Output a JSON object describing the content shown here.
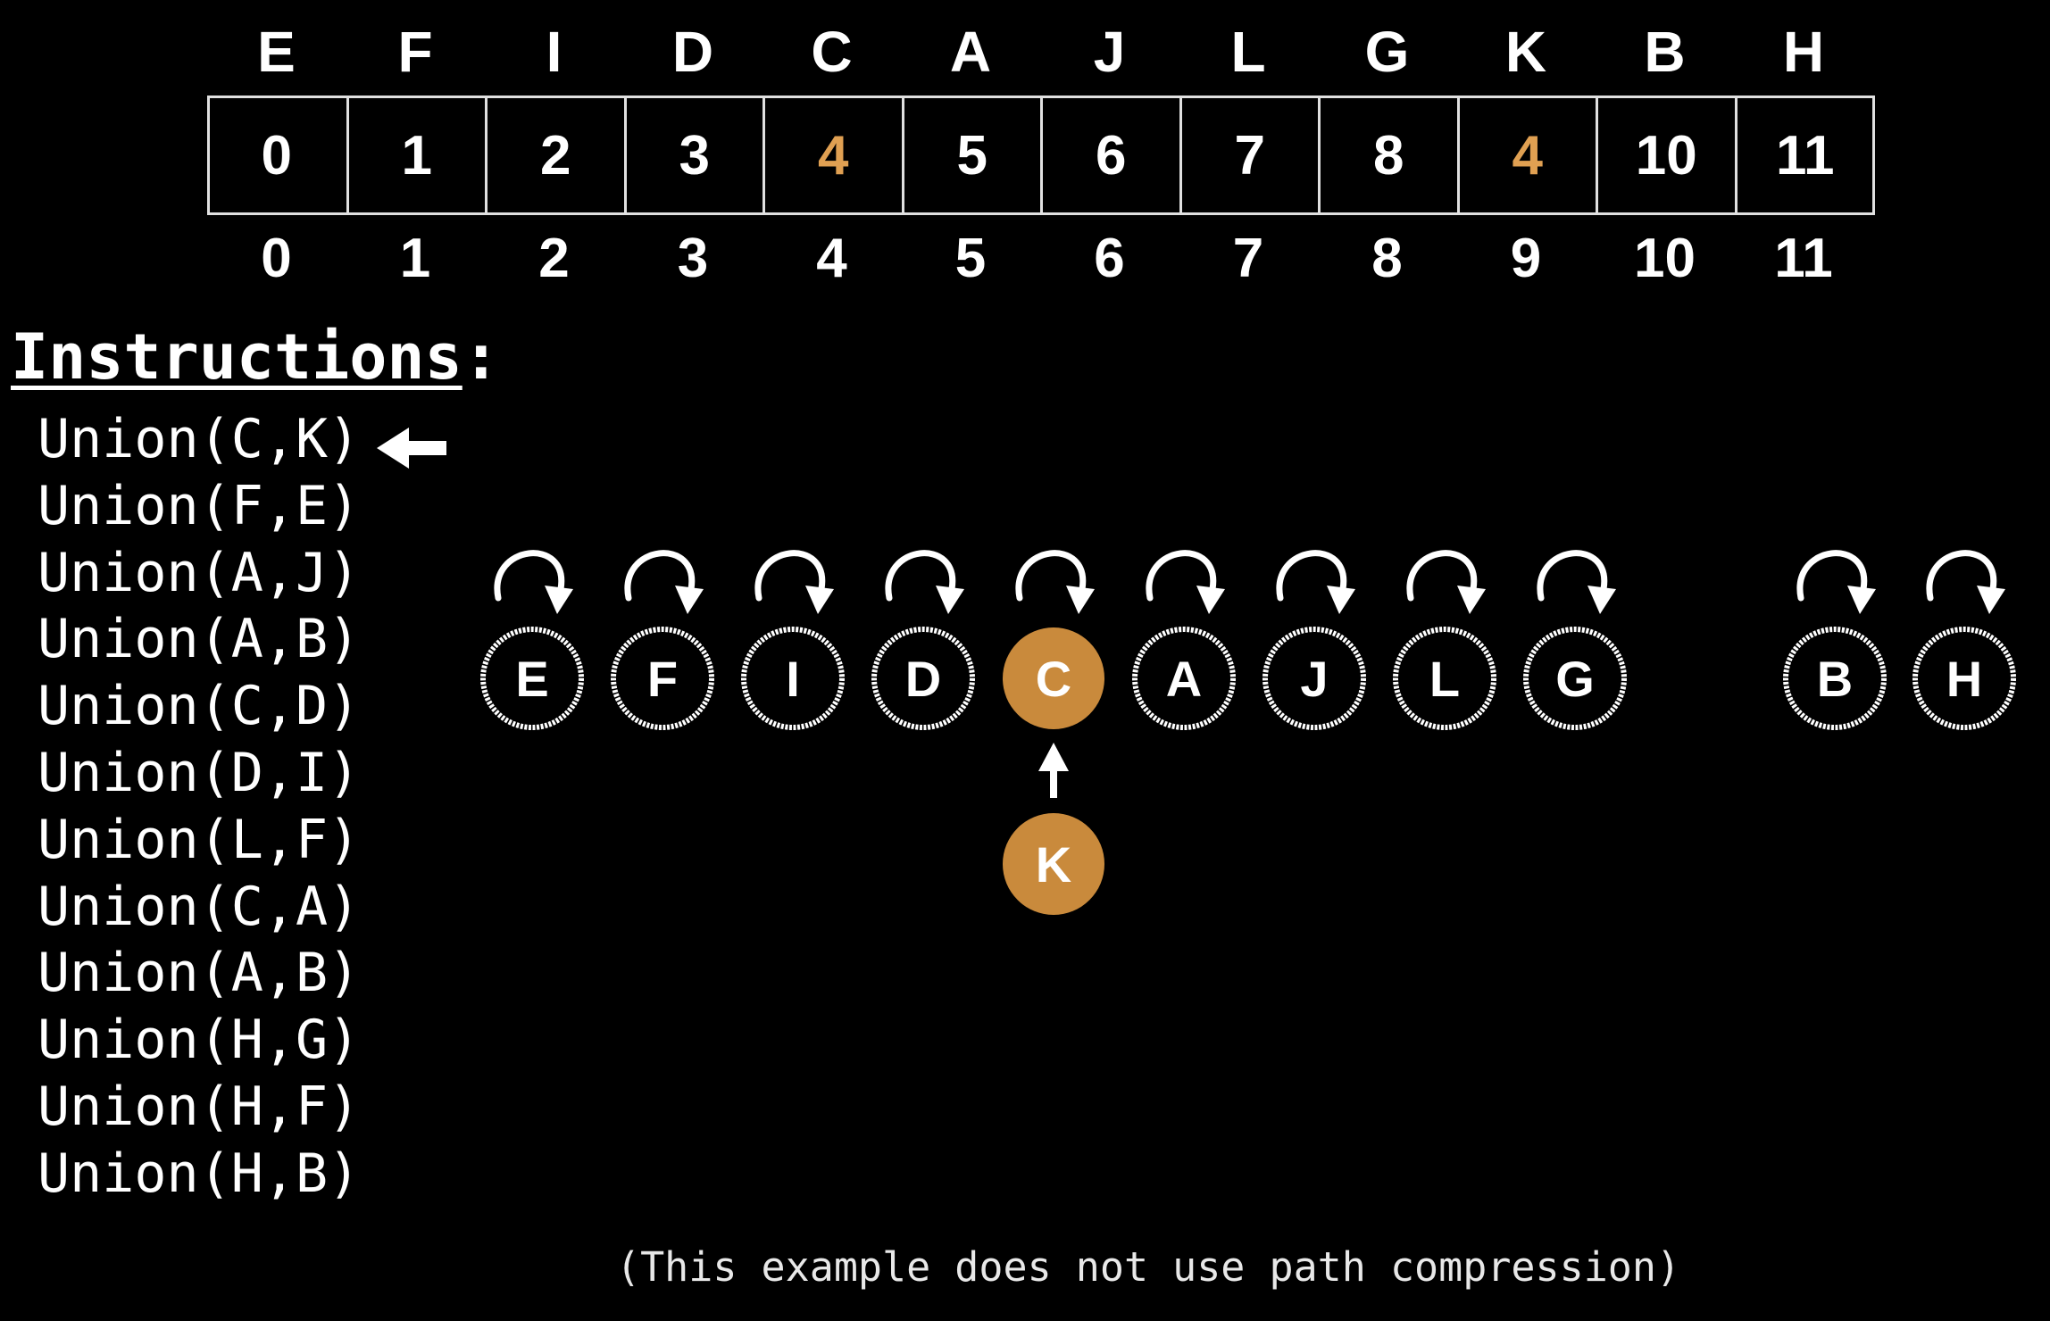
{
  "array": {
    "letters": [
      "E",
      "F",
      "I",
      "D",
      "C",
      "A",
      "J",
      "L",
      "G",
      "K",
      "B",
      "H"
    ],
    "values": [
      "0",
      "1",
      "2",
      "3",
      "4",
      "5",
      "6",
      "7",
      "8",
      "4",
      "10",
      "11"
    ],
    "indices": [
      "0",
      "1",
      "2",
      "3",
      "4",
      "5",
      "6",
      "7",
      "8",
      "9",
      "10",
      "11"
    ],
    "highlighted_indices": [
      4,
      9
    ]
  },
  "instructions": {
    "title": "Instructions",
    "title_suffix": ":",
    "items": [
      "Union(C,K)",
      "Union(F,E)",
      "Union(A,J)",
      "Union(A,B)",
      "Union(C,D)",
      "Union(D,I)",
      "Union(L,F)",
      "Union(C,A)",
      "Union(A,B)",
      "Union(H,G)",
      "Union(H,F)",
      "Union(H,B)"
    ],
    "current_index": 0
  },
  "graph": {
    "nodes": [
      {
        "label": "E",
        "root": true,
        "highlight": false
      },
      {
        "label": "F",
        "root": true,
        "highlight": false
      },
      {
        "label": "I",
        "root": true,
        "highlight": false
      },
      {
        "label": "D",
        "root": true,
        "highlight": false
      },
      {
        "label": "C",
        "root": true,
        "highlight": true
      },
      {
        "label": "A",
        "root": true,
        "highlight": false
      },
      {
        "label": "J",
        "root": true,
        "highlight": false
      },
      {
        "label": "L",
        "root": true,
        "highlight": false
      },
      {
        "label": "G",
        "root": true,
        "highlight": false
      },
      {
        "label": "B",
        "root": true,
        "highlight": false
      },
      {
        "label": "H",
        "root": true,
        "highlight": false
      },
      {
        "label": "K",
        "root": false,
        "highlight": true,
        "parent": "C"
      }
    ]
  },
  "footnote": "(This example does not use path compression)",
  "colors": {
    "background": "#000000",
    "foreground": "#ffffff",
    "highlight": "#c98a3c",
    "highlight_text": "#e0a052"
  },
  "icons": {
    "current_instruction": "left-arrow-icon",
    "self_loop": "self-loop-arrow-icon",
    "parent_edge": "up-arrow-icon"
  }
}
